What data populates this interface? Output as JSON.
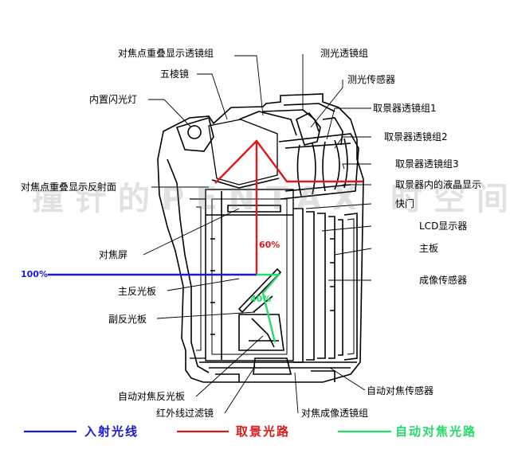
{
  "labels": {
    "af_superimpose_lens": "对焦点重叠显示透镜组",
    "pentaprism": "五棱镜",
    "built_in_flash": "内置闪光灯",
    "af_superimpose_reflector": "对焦点重叠显示反射面",
    "focusing_screen": "对焦屏",
    "main_mirror": "主反光板",
    "sub_mirror": "副反光板",
    "af_reflector": "自动对焦反光板",
    "ir_filter": "红外线过滤镜",
    "af_imaging_lens": "对焦成像透镜组",
    "metering_lens": "测光透镜组",
    "metering_sensor": "测光传感器",
    "viewfinder_lens_1": "取景器透镜组1",
    "viewfinder_lens_2": "取景器透镜组2",
    "viewfinder_lens_3": "取景器透镜组3",
    "viewfinder_lcd": "取景器内的液晶显示",
    "shutter": "快门",
    "lcd_display": "LCD显示器",
    "main_board": "主板",
    "image_sensor": "成像传感器",
    "af_sensor": "自动对焦传感器"
  },
  "percentages": {
    "incident": "100%",
    "viewfinder": "60%",
    "autofocus": "40%"
  },
  "legend": {
    "incident": "入射光线",
    "viewfinder": "取景光路",
    "autofocus": "自动对焦光路"
  },
  "watermark": "撞针的PENTAX 时空间",
  "colors": {
    "incident": "#1a1ad6",
    "viewfinder": "#e01818",
    "autofocus": "#22dd66",
    "line": "#000000"
  }
}
